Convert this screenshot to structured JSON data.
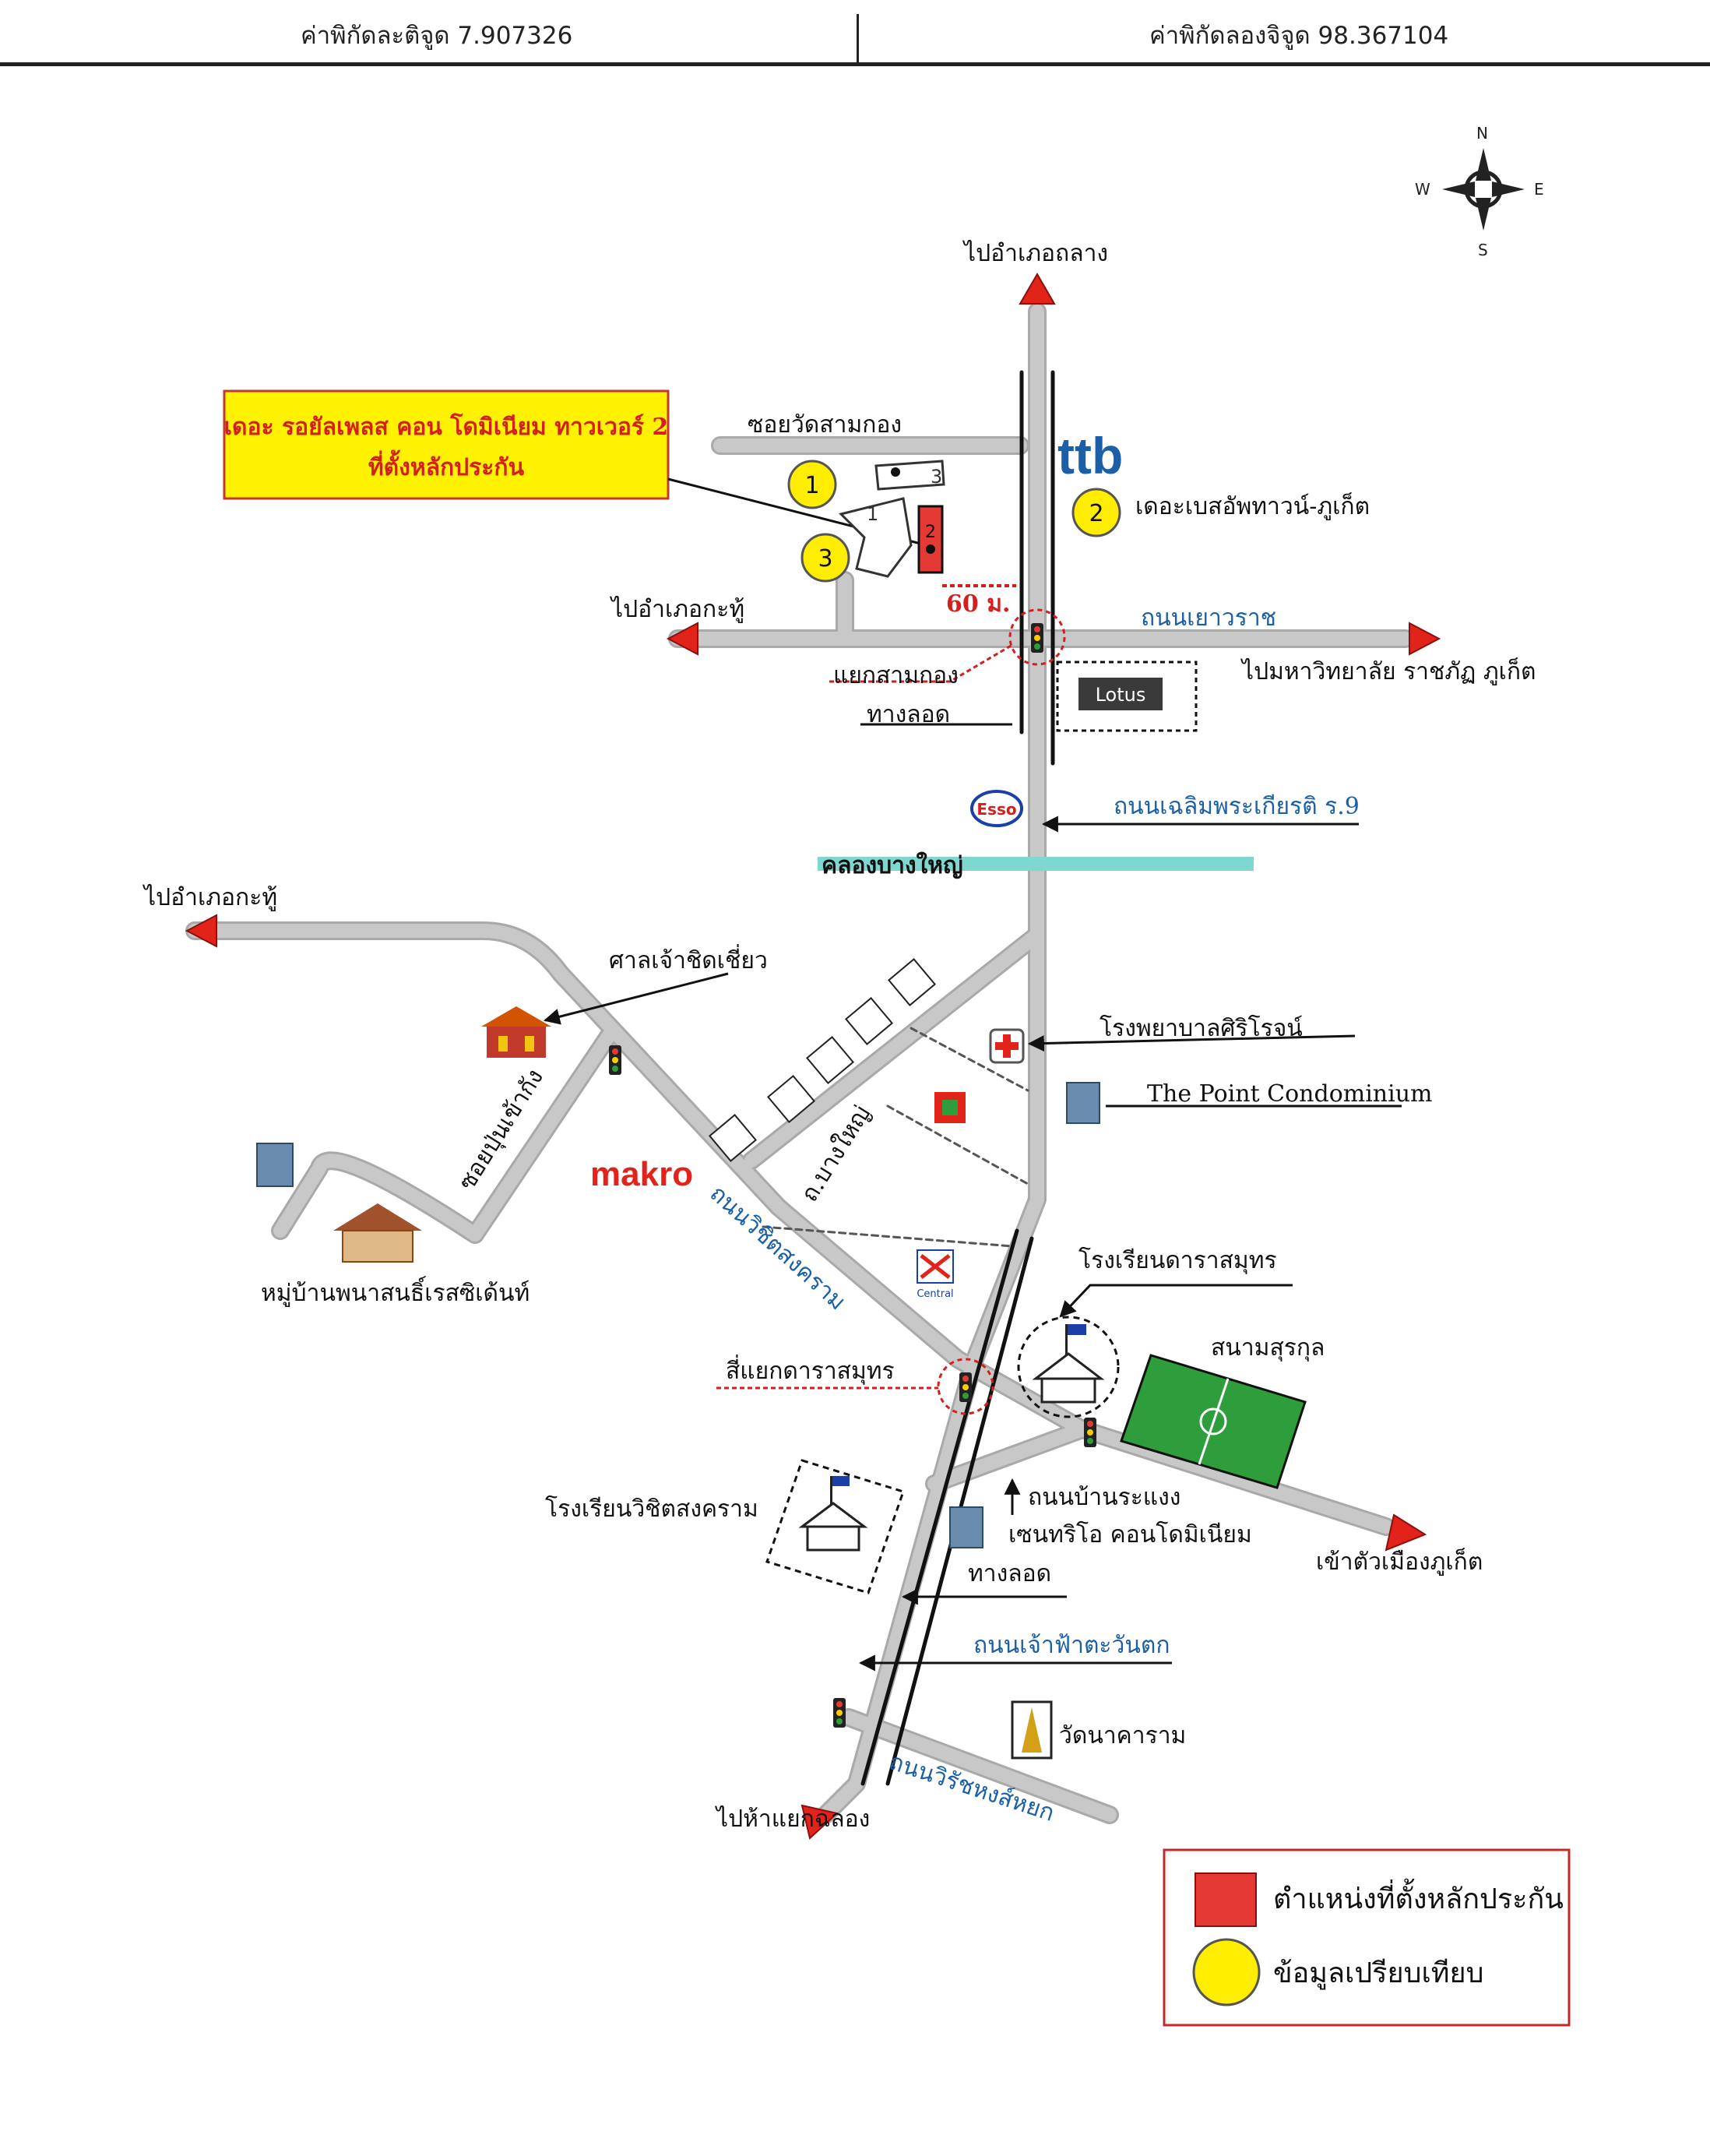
{
  "header": {
    "latitude": "ค่าพิกัดละติจูด 7.907326",
    "longitude": "ค่าพิกัดลองจิจูด 98.367104"
  },
  "compass": {
    "n": "N",
    "s": "S",
    "e": "E",
    "w": "W"
  },
  "callout": {
    "line1": "เดอะ รอยัลเพลส คอน โดมิเนียม ทาวเวอร์ 2",
    "line2": "ที่ตั้งหลักประกัน"
  },
  "labels": {
    "to_thalang": "ไปอำเภอถลาง",
    "soi_wat_samkong": "ซอยวัดสามกอง",
    "ttb": "ttb",
    "the_base": "เดอะเบสอัพทาวน์-ภูเก็ต",
    "distance": "60 ม.",
    "to_kathu_top": "ไปอำเภอกะทู้",
    "yaowarat_rd": "ถนนเยาวราช",
    "to_university": "ไปมหาวิทยาลัย ราชภัฏ ภูเก็ต",
    "samkong_junction": "แยกสามกอง",
    "underpass_top": "ทางลอด",
    "lotus": "Lotus",
    "esso": "Esso",
    "chaloem_rd": "ถนนเฉลิมพระเกียรติ ร.9",
    "klong_bangyai": "คลองบางใหญ่",
    "to_kathu_left": "ไปอำเภอกะทู้",
    "shrine": "ศาลเจ้าชิดเชี่ยว",
    "hospital": "โรงพยาบาลศิริโรจน์",
    "the_point": "The Point Condominium",
    "soi_punkhang": "ซอยปุ่นเข้ากัง",
    "makro": "makro",
    "bangyai_rd": "ถ.บางใหญ่",
    "wichit_rd": "ถนนวิชิตสงคราม",
    "village": "หมู่บ้านพนาสนธิ์เรสซิเด้นท์",
    "dara_school": "โรงเรียนดาราสมุทร",
    "dara_junction": "สี่แยกดาราสมุทร",
    "central": "Central",
    "stadium": "สนามสุรกุล",
    "wichit_school": "โรงเรียนวิชิตสงคราม",
    "ban_rawaeng": "ถนนบ้านระแงง",
    "centrio": "เซนทริโอ คอนโดมิเนียม",
    "underpass_bottom": "ทางลอด",
    "to_city": "เข้าตัวเมืองภูเก็ต",
    "chaofa_rd": "ถนนเจ้าฟ้าตะวันตก",
    "wat_naram": "วัดนาคาราม",
    "wirat_rd": "ถนนวิรัชหงส์หยก",
    "to_chalong": "ไปห้าแยกฉลอง"
  },
  "markers": {
    "m1": "1",
    "m2": "2",
    "m3": "3",
    "building_left": "1",
    "building_right": "3",
    "tower": "2"
  },
  "legend": {
    "collateral": "ตำแหน่งที่ตั้งหลักประกัน",
    "comparable": "ข้อมูลเปรียบเทียบ"
  },
  "colors": {
    "road": "#c8c8c8",
    "road_edge": "#a9a9a9",
    "arrow": "#e2231a",
    "callout_fill": "#fff200",
    "callout_border": "#c0392b",
    "canal": "#7fd8cf",
    "river_text": "#1a5fa8",
    "legend_border": "#c62828",
    "collateral": "#e53935",
    "comparable": "#ffee00"
  }
}
